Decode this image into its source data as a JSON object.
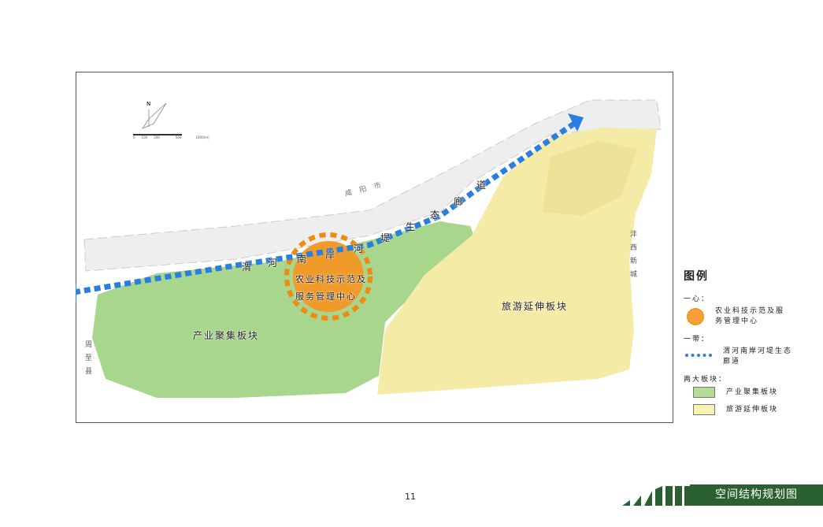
{
  "map": {
    "labels": {
      "xianyang": "咸阳市",
      "fengxi": "沣西新城",
      "zhouzhi": "周至县",
      "green_block": "产业聚集板块",
      "yellow_block": "旅游延伸板块",
      "center_line1": "农业科技示范及",
      "center_line2": "服务管理中心",
      "corridor_chars": [
        "渭",
        "河",
        "南",
        "岸",
        "河",
        "堤",
        "生",
        "态",
        "廊",
        "道"
      ]
    },
    "compass": {
      "north": "N",
      "scale_ticks": [
        "0",
        "100",
        "200",
        "500",
        "1000(m)"
      ]
    }
  },
  "legend": {
    "title": "图例",
    "section_center": "一心：",
    "center_item": "农业科技示范及服务管理中心",
    "section_belt": "一带：",
    "belt_item": "渭河南岸河堤生态廊道",
    "section_blocks": "两大板块：",
    "blocks": [
      {
        "label": "产业聚集板块",
        "color": "#b3dc98"
      },
      {
        "label": "旅游延伸板块",
        "color": "#f7f1b2"
      }
    ]
  },
  "colors": {
    "green": "#a8d68c",
    "yellow": "#f3eba6",
    "orange": "#f09a2a",
    "blue": "#2a7ee0",
    "banner": "#2b6130"
  },
  "page_number": "11",
  "banner_title": "空间结构规划图"
}
